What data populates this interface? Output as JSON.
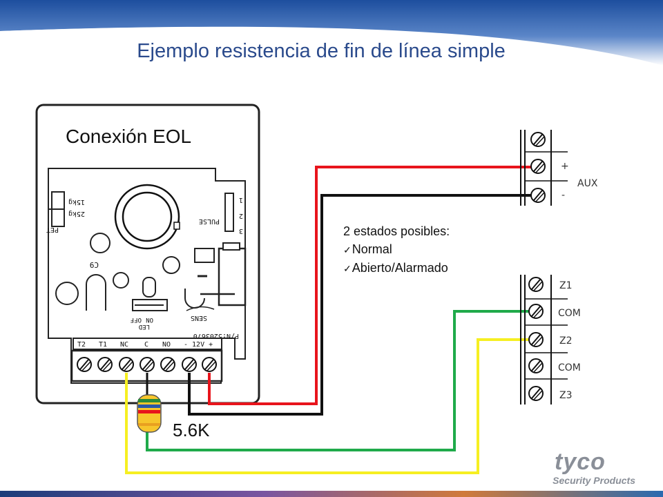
{
  "slide": {
    "title": "Ejemplo resistencia de fin de línea simple"
  },
  "detector": {
    "label": "Conexión EOL",
    "marks": {
      "pet": "PET",
      "weight_15": "15kg",
      "weight_25": "25kg",
      "pulse": "PULSE",
      "pulse_numbers": [
        "1",
        "2",
        "3"
      ],
      "c9": "C9",
      "led_on": "ON",
      "led_off": "OFF",
      "led": "LED",
      "sens": "SENS",
      "part_number": "P/N:5203670"
    },
    "terminals": [
      "T2",
      "T1",
      "NC",
      "C",
      "NO",
      "- 12V +"
    ]
  },
  "resistor": {
    "value_label": "5.6K"
  },
  "states": {
    "heading": "2 estados posibles:",
    "items": [
      "Normal",
      "Abierto/Alarmado"
    ]
  },
  "aux_block": {
    "plus": "+",
    "minus": "-",
    "label": "AUX"
  },
  "zone_block": {
    "labels": [
      "Z1",
      "COM",
      "Z2",
      "COM",
      "Z3"
    ]
  },
  "logo": {
    "brand": "tyco",
    "sub": "Security Products"
  },
  "colors": {
    "title": "#2a4a8c",
    "wire_red": "#e8141c",
    "wire_black": "#111111",
    "wire_green": "#1faa4a",
    "wire_yellow": "#f6ef22",
    "panel_outline": "#222222",
    "top_band": "#2456a8"
  }
}
